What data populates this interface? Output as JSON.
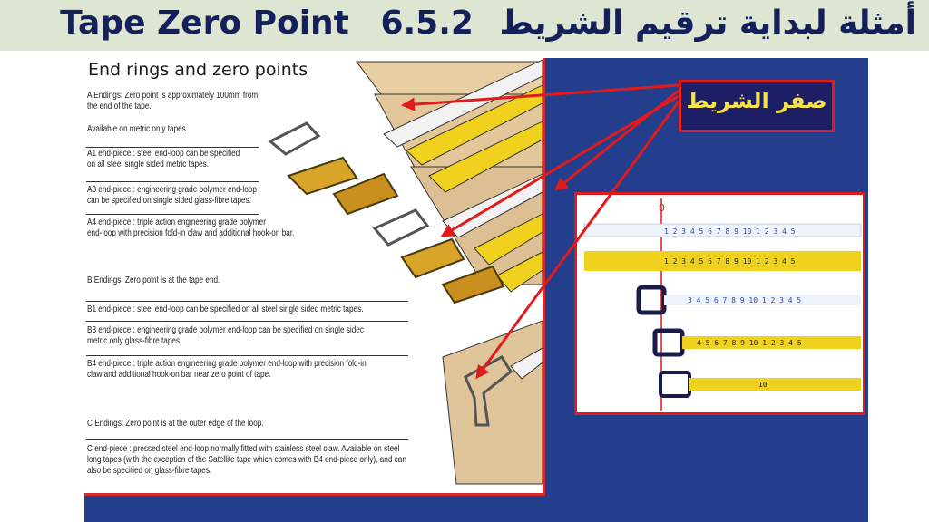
{
  "header": {
    "number": "6.5.2",
    "title_arabic": "أمثلة لبداية ترقيم الشريط",
    "title_english": "Tape Zero Point"
  },
  "callout": {
    "label": "صفر الشريط"
  },
  "colors": {
    "title_text": "#14205a",
    "title_band": "#dde6d3",
    "slide_bg": "#233e8c",
    "callout_bg": "#1e1e66",
    "callout_text": "#f4e34a",
    "arrow": "#e11b1b",
    "tape_yellow": "#f0d21e"
  },
  "sheet": {
    "title": "End rings and zero points",
    "paragraphs": [
      {
        "lines": [
          "A Endings: Zero point is approximately 100mm from",
          "the end of the tape."
        ]
      },
      {
        "lines": [
          "Available on metric only tapes."
        ]
      },
      {
        "lines": [
          "A1 end-piece : steel end-loop can be specified",
          "on all steel single sided metric tapes."
        ]
      },
      {
        "lines": [
          "A3 end-piece : engineering grade polymer end-loop",
          "can be specified on single sided glass-fibre tapes."
        ]
      },
      {
        "lines": [
          "A4 end-piece : triple action engineering grade polymer",
          "end-loop with precision fold-in claw and additional hook-on bar."
        ]
      },
      {
        "lines": [
          "B Endings: Zero point is at the tape end."
        ]
      },
      {
        "lines": [
          "B1 end-piece : steel end-loop can be specified on all steel single sided metric tapes."
        ]
      },
      {
        "lines": [
          "B3 end-piece : engineering grade polymer end-loop can be specified on single sidec",
          "metric only glass-fibre tapes."
        ]
      },
      {
        "lines": [
          "B4 end-piece : triple action engineering grade polymer end-loop with precision fold-in",
          "claw and additional hook-on bar near zero point of tape."
        ]
      },
      {
        "lines": [
          "C Endings: Zero point is at the outer edge of the loop."
        ]
      },
      {
        "lines": [
          "C end-piece : pressed steel end-loop normally fitted with stainless steel claw. Available on steel",
          "long tapes (with the exception of the Satellite tape which comes with B4 end-piece only), and can",
          "also be specified on glass-fibre tapes."
        ]
      }
    ]
  },
  "photo": {
    "zero_mark": "0",
    "scale_blue": "1 2 3 4 5 6 7 8 9 10 1 2 3 4 5",
    "scale_yellow": "1 2 3 4 5 6 7 8 9 10 1 2 3 4 5",
    "scale_b1": "3 4 5 6 7 8 9 10 1 2 3 4 5",
    "scale_b3": "4 5 6 7 8 9 10 1 2 3 4 5",
    "scale_c": "10"
  }
}
